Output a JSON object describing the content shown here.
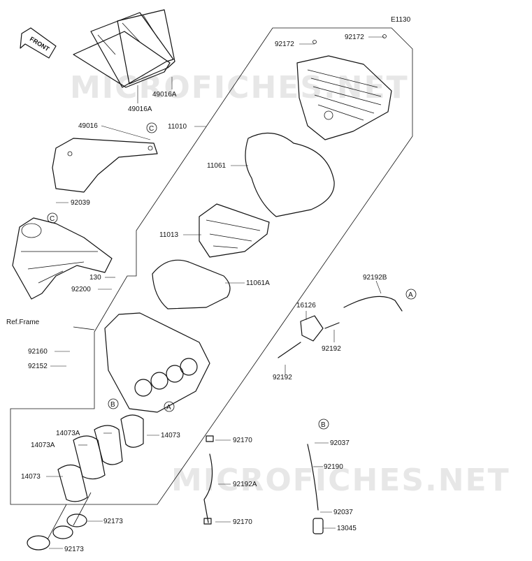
{
  "diagram_code": "E1130",
  "front_label": "FRONT",
  "watermark": "MICROFICHES.NET",
  "ref_label": "Ref.Frame",
  "circle_refs": {
    "a": "A",
    "b": "B",
    "c": "C"
  },
  "parts": {
    "p11010": "11010",
    "p11061": "11061",
    "p11013": "11013",
    "p11061A": "11061A",
    "p49016": "49016",
    "p49016A": "49016A",
    "p92172": "92172",
    "p92039": "92039",
    "p130": "130",
    "p92200": "92200",
    "p92160": "92160",
    "p92152": "92152",
    "p14073": "14073",
    "p14073A": "14073A",
    "p92173": "92173",
    "p92170": "92170",
    "p92192A": "92192A",
    "p16126": "16126",
    "p92192B": "92192B",
    "p92192": "92192",
    "p92037": "92037",
    "p92190": "92190",
    "p13045": "13045"
  }
}
